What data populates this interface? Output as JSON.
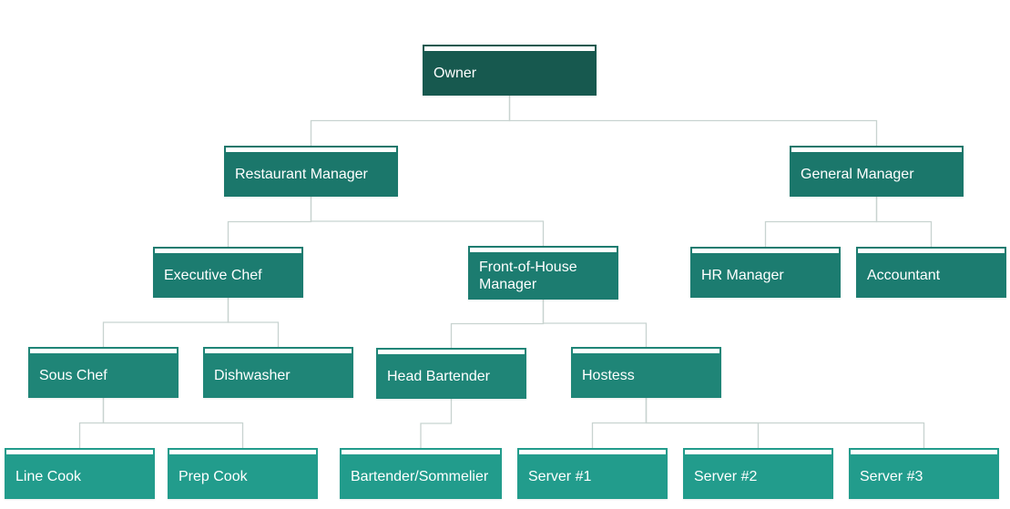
{
  "org_chart": {
    "nodes": [
      {
        "id": "owner",
        "label": "Owner",
        "parent": null,
        "level": 0
      },
      {
        "id": "restaurant-manager",
        "label": "Restaurant Manager",
        "parent": "owner",
        "level": 1
      },
      {
        "id": "general-manager",
        "label": "General Manager",
        "parent": "owner",
        "level": 1
      },
      {
        "id": "executive-chef",
        "label": "Executive Chef",
        "parent": "restaurant-manager",
        "level": 2
      },
      {
        "id": "front-of-house-manager",
        "label": "Front-of-House Manager",
        "parent": "restaurant-manager",
        "level": 2
      },
      {
        "id": "hr-manager",
        "label": "HR Manager",
        "parent": "general-manager",
        "level": 2
      },
      {
        "id": "accountant",
        "label": "Accountant",
        "parent": "general-manager",
        "level": 2
      },
      {
        "id": "sous-chef",
        "label": "Sous Chef",
        "parent": "executive-chef",
        "level": 3
      },
      {
        "id": "dishwasher",
        "label": "Dishwasher",
        "parent": "executive-chef",
        "level": 3
      },
      {
        "id": "head-bartender",
        "label": "Head Bartender",
        "parent": "front-of-house-manager",
        "level": 3
      },
      {
        "id": "hostess",
        "label": "Hostess",
        "parent": "front-of-house-manager",
        "level": 3
      },
      {
        "id": "line-cook",
        "label": "Line Cook",
        "parent": "sous-chef",
        "level": 4
      },
      {
        "id": "prep-cook",
        "label": "Prep Cook",
        "parent": "sous-chef",
        "level": 4
      },
      {
        "id": "bartender-sommelier",
        "label": "Bartender/Sommelier",
        "parent": "head-bartender",
        "level": 4
      },
      {
        "id": "server-1",
        "label": "Server #1",
        "parent": "hostess",
        "level": 4
      },
      {
        "id": "server-2",
        "label": "Server #2",
        "parent": "hostess",
        "level": 4
      },
      {
        "id": "server-3",
        "label": "Server #3",
        "parent": "hostess",
        "level": 4
      }
    ]
  }
}
